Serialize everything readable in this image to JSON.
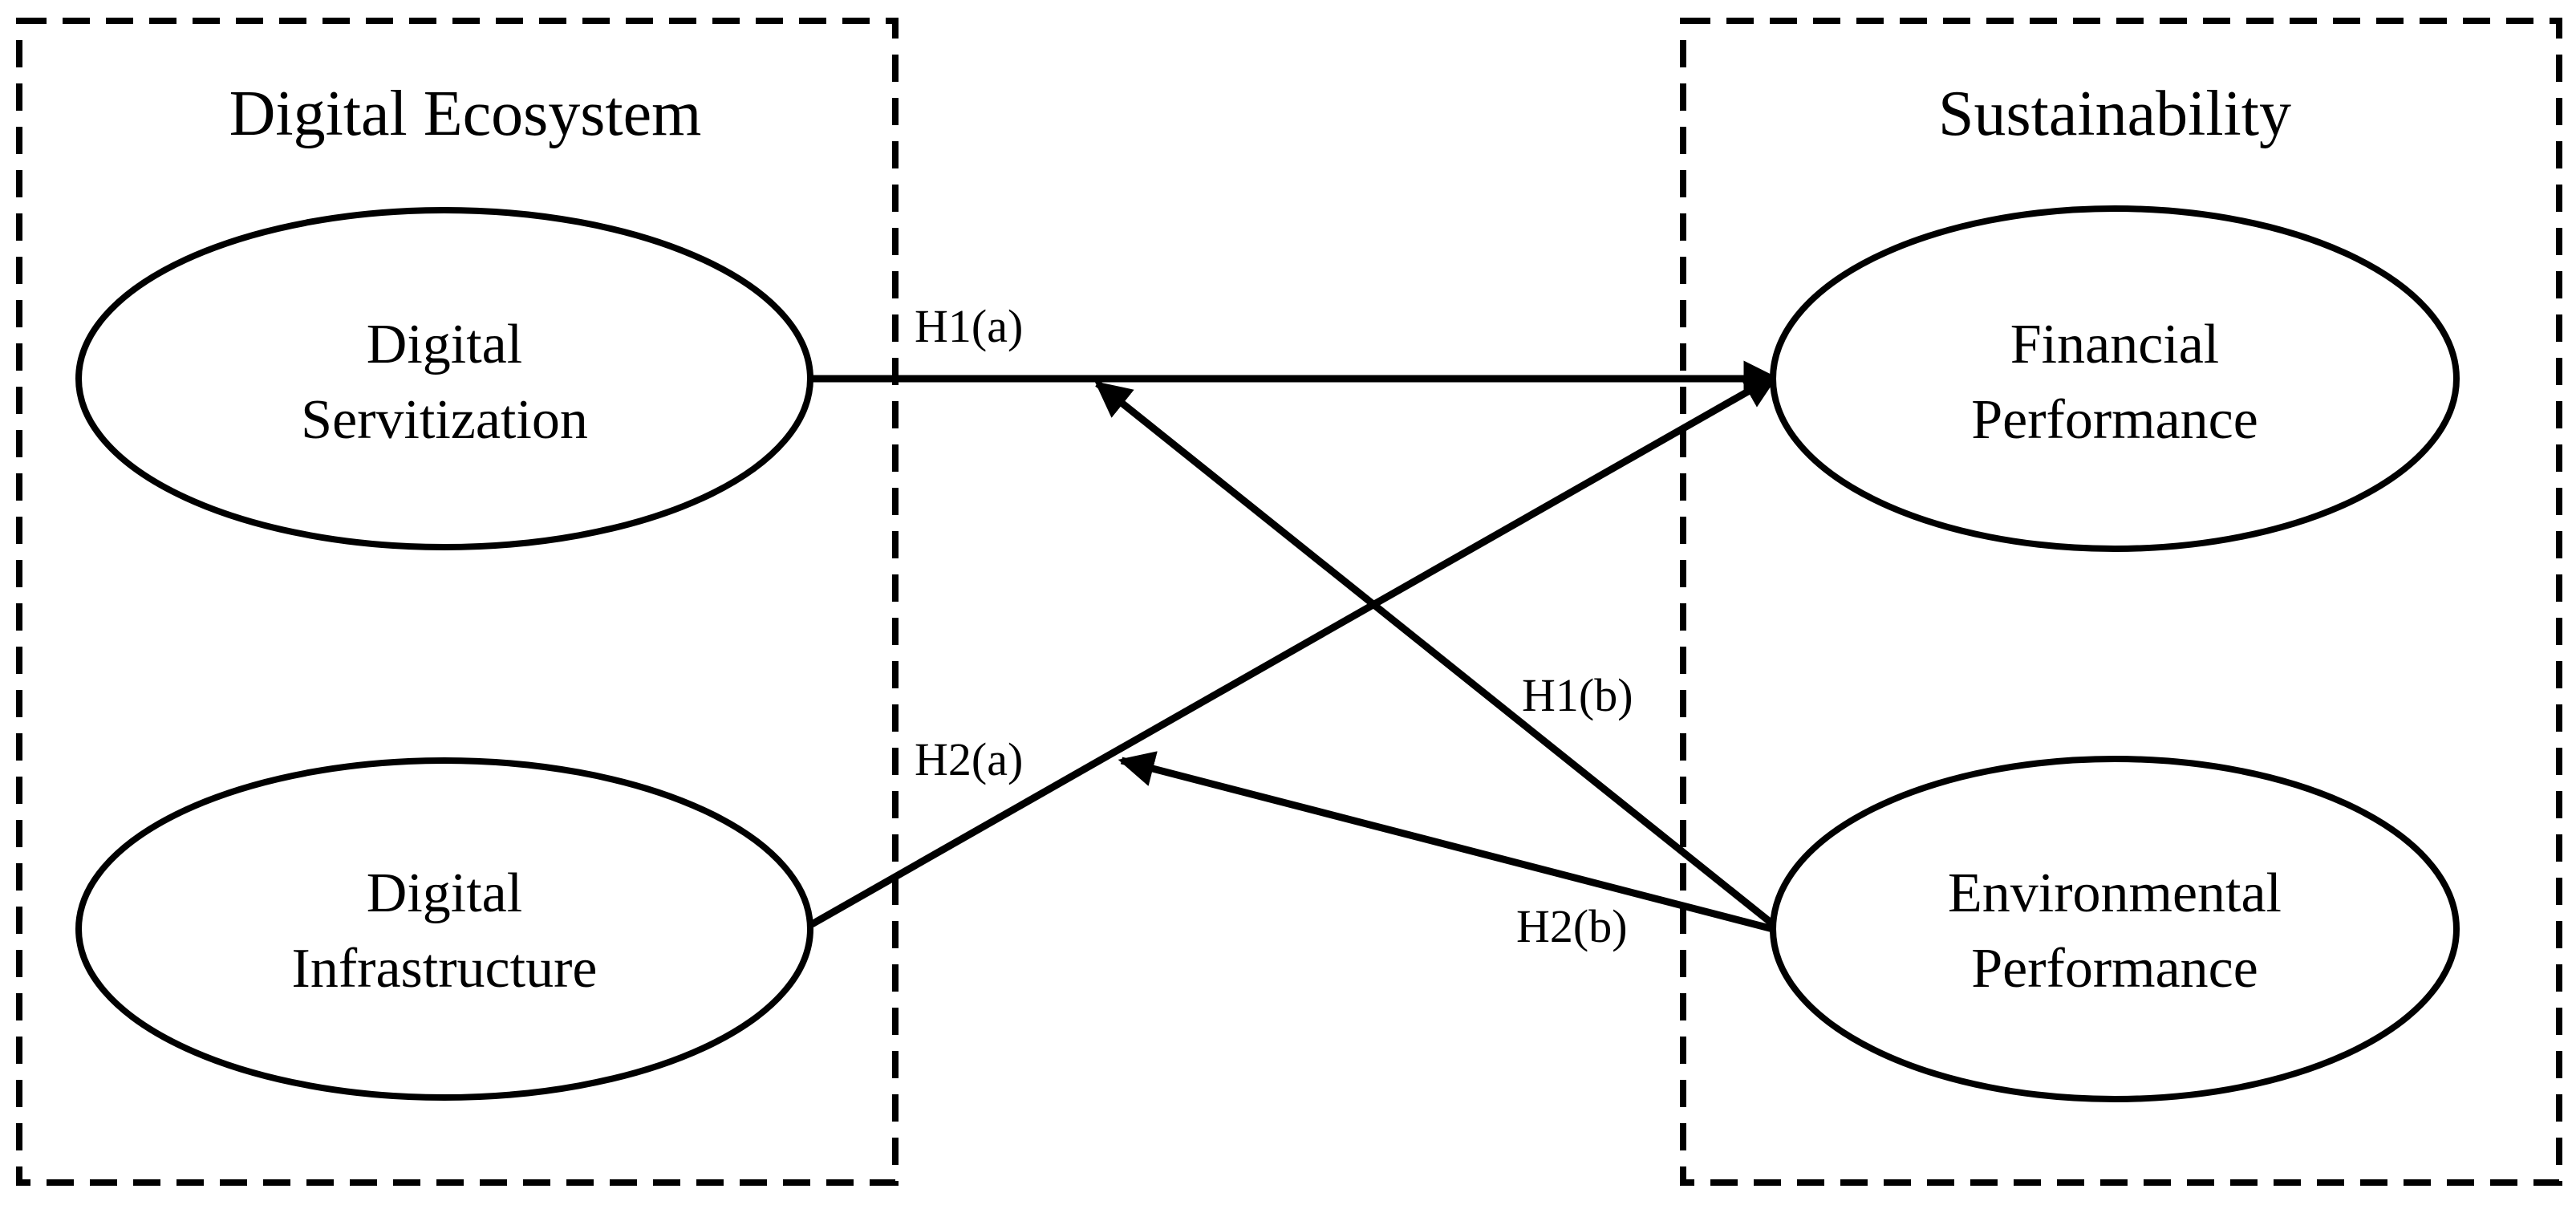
{
  "groups": {
    "left": {
      "title": "Digital Ecosystem"
    },
    "right": {
      "title": "Sustainability"
    }
  },
  "nodes": {
    "digital_servitization": {
      "line1": "Digital",
      "line2": "Servitization"
    },
    "digital_infrastructure": {
      "line1": "Digital",
      "line2": "Infrastructure"
    },
    "financial_performance": {
      "line1": "Financial",
      "line2": "Performance"
    },
    "environmental_performance": {
      "line1": "Environmental",
      "line2": "Performance"
    }
  },
  "edges": [
    {
      "id": "h1a",
      "label": "H1(a)",
      "from": "Digital Servitization",
      "to": "Financial Performance"
    },
    {
      "id": "h1b",
      "label": "H1(b)",
      "from": "Environmental Performance",
      "to": "H1(a) path"
    },
    {
      "id": "h2a",
      "label": "H2(a)",
      "from": "Digital Infrastructure",
      "to": "Financial Performance"
    },
    {
      "id": "h2b",
      "label": "H2(b)",
      "from": "Environmental Performance",
      "to": "H2(a) path"
    }
  ],
  "colors": {
    "stroke": "#000000",
    "background": "#ffffff"
  }
}
